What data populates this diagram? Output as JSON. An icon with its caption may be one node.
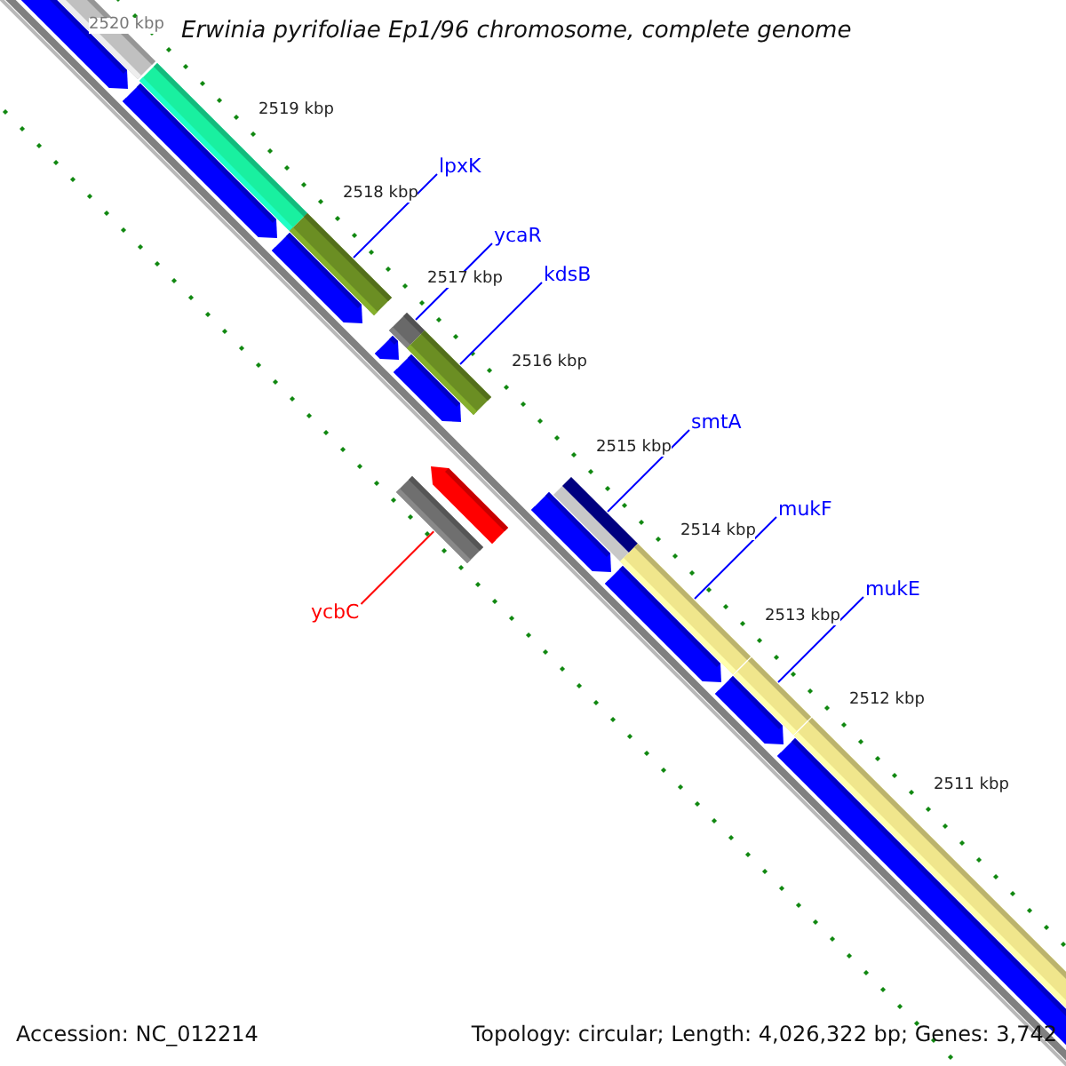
{
  "diagram": {
    "title": "Erwinia pyrifoliae Ep1/96 chromosome, complete genome",
    "nodes": [
      {
        "text": [
          "lpxK"
        ]
      },
      {
        "text": [],
        "shape": "bar"
      },
      {
        "text": [
          "ycaR"
        ]
      },
      {
        "text": [],
        "shape": "bar"
      },
      {
        "text": [
          "kdsB"
        ]
      },
      {
        "text": [],
        "shape": "bar"
      },
      {
        "text": [
          "smtA"
        ]
      },
      {
        "text": [],
        "shape": "bar"
      },
      {
        "text": [
          "mukF"
        ]
      },
      {
        "text": [],
        "shape": "bar"
      },
      {
        "text": [
          "mukE"
        ]
      },
      {
        "text": [],
        "shape": "bar"
      },
      {
        "text": [
          "ycbC"
        ]
      },
      {
        "text": [],
        "shape": "bar"
      }
    ],
    "edges": [
      {
        "from": 0,
        "to": 1,
        "arrow": "none"
      },
      {
        "from": 2,
        "to": 3,
        "arrow": "none"
      },
      {
        "from": 4,
        "to": 5,
        "arrow": "none"
      },
      {
        "from": 6,
        "to": 7,
        "arrow": "none"
      },
      {
        "from": 8,
        "to": 9,
        "arrow": "none"
      },
      {
        "from": 10,
        "to": 11,
        "arrow": "none"
      },
      {
        "from": 12,
        "to": 13,
        "arrow": "none",
        "color": "#ff0000"
      }
    ],
    "labels": [
      "2520 kbp",
      "2519 kbp",
      "2518 kbp",
      "2517 kbp",
      "2516 kbp",
      "2515 kbp",
      "2514 kbp",
      "2513 kbp",
      "2512 kbp",
      "2511 kbp",
      "Accession: NC_012214",
      "Topology: circular; Length: 4,026,322 bp; Genes: 3,742"
    ]
  }
}
